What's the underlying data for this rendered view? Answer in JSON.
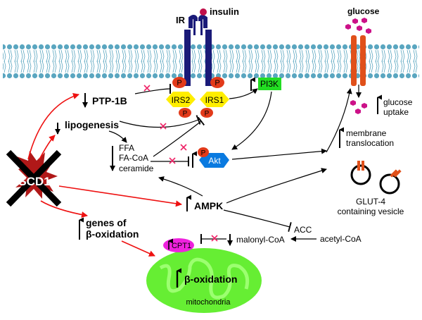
{
  "labels": {
    "ir": "IR",
    "insulin": "insulin",
    "glucose": "glucose",
    "p": "P",
    "irs2": "IRS2",
    "irs1": "IRS1",
    "pi3k": "PI3K",
    "ptp1b": "PTP-1B",
    "lipogenesis": "lipogenesis",
    "ffa": "FFA",
    "facoa": "FA-CoA",
    "ceramide": "ceramide",
    "akt": "Akt",
    "glucose_uptake_line1": "glucose",
    "glucose_uptake_line2": "uptake",
    "membrane_line1": "membrane",
    "membrane_line2": "translocation",
    "scd1": "SCD1",
    "ampk": "AMPK",
    "acc": "ACC",
    "acetylcoa": "acetyl-CoA",
    "malonylcoa": "malonyl-CoA",
    "genes_line1": "genes of",
    "genes_line2": "β-oxidation",
    "cpt1": "CPT1",
    "boxidation": "β-oxidation",
    "mitochondria": "mitochondria",
    "glut4_line1": "GLUT-4",
    "glut4_line2": "containing vesicle"
  },
  "colors": {
    "membrane_head": "#5aa6c0",
    "receptor": "#1a1a78",
    "insulin": "#c0104a",
    "p_site": "#e23a1a",
    "irs": "#ffee00",
    "pi3k": "#22dd22",
    "akt": "#0a7ae0",
    "glut": "#e0501a",
    "glucose": "#cc1188",
    "scd1": "#b01818",
    "mito": "#66ee33",
    "cpt1": "#ee22dd",
    "red_arrow": "#ee1111",
    "inhibit_x": "#ee2266"
  }
}
